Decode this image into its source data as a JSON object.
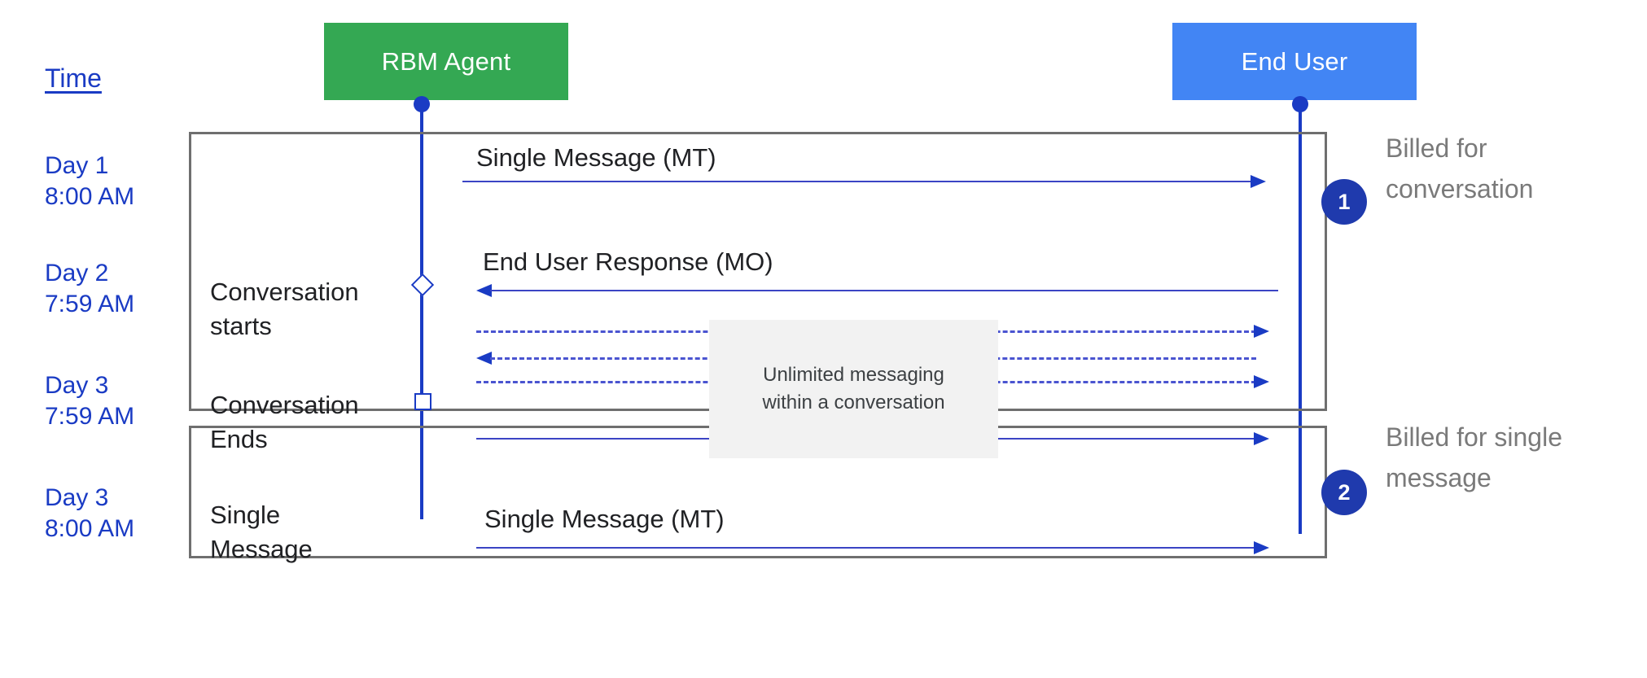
{
  "time_header": "Time",
  "actors": [
    {
      "id": "rbm-agent",
      "label": "RBM Agent",
      "color": "#34a853"
    },
    {
      "id": "end-user",
      "label": "End User",
      "color": "#4285f4"
    }
  ],
  "time_labels": [
    {
      "id": "day-1-8am",
      "text": "Day 1\n8:00 AM"
    },
    {
      "id": "day-2-759am",
      "text": "Day 2\n7:59 AM"
    },
    {
      "id": "day-3-759am",
      "text": "Day 3\n7:59 AM"
    },
    {
      "id": "day-3-8am",
      "text": "Day 3\n8:00 AM"
    }
  ],
  "phase_labels": [
    {
      "id": "conversation-starts",
      "text": "Conversation\nstarts"
    },
    {
      "id": "conversation-ends",
      "text": "Conversation\nEnds"
    },
    {
      "id": "single-message",
      "text": "Single\nMessage"
    }
  ],
  "messages": [
    {
      "id": "mt-1",
      "label": "Single Message (MT)",
      "direction": "right",
      "style": "solid"
    },
    {
      "id": "mo-1",
      "label": "End User Response (MO)",
      "direction": "left",
      "style": "solid"
    },
    {
      "id": "unlimited-mt-1",
      "label": "",
      "direction": "right",
      "style": "dashed"
    },
    {
      "id": "unlimited-mo-1",
      "label": "",
      "direction": "left",
      "style": "dashed"
    },
    {
      "id": "unlimited-mt-2",
      "label": "",
      "direction": "right",
      "style": "dashed"
    },
    {
      "id": "unlimited-mt-3",
      "label": "",
      "direction": "right",
      "style": "solid"
    },
    {
      "id": "mt-2",
      "label": "Single Message (MT)",
      "direction": "right",
      "style": "solid"
    }
  ],
  "callout": {
    "text": "Unlimited messaging\nwithin a conversation",
    "background": "#f2f2f2"
  },
  "badges": [
    {
      "id": "badge-1",
      "number": "1",
      "note": "Billed for\nconversation"
    },
    {
      "id": "badge-2",
      "number": "2",
      "note": "Billed for single\nmessage"
    }
  ],
  "colors": {
    "agent_box": "#34a853",
    "user_box": "#4285f4",
    "lifeline": "#1a3bc4",
    "arrow": "#3b44c4",
    "badge": "#1f3aad",
    "time_text": "#1a3bc4",
    "note_text": "#7a7a7a",
    "group_border": "#6f6f6f"
  }
}
